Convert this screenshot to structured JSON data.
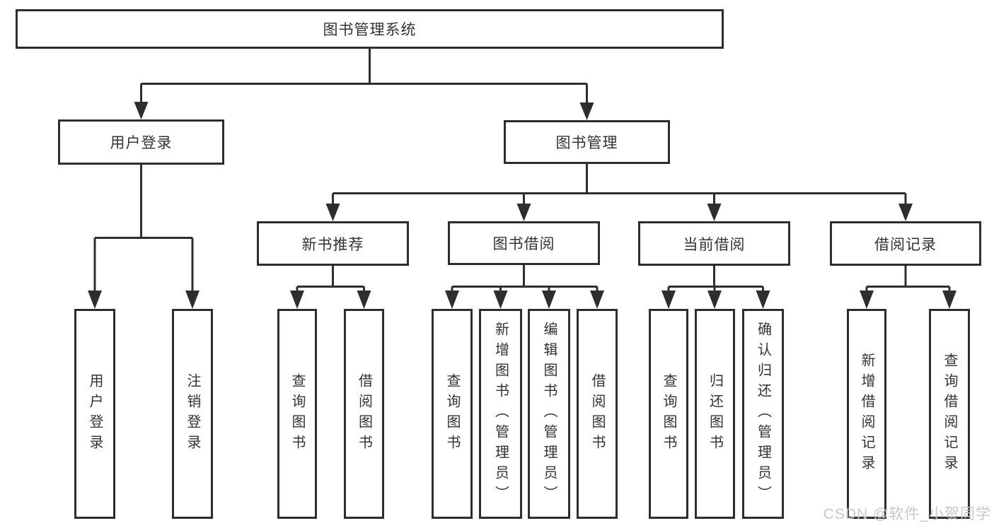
{
  "tree": {
    "label": "图书管理系统",
    "children": [
      {
        "label": "用户登录",
        "children": [
          {
            "label": "用户登录"
          },
          {
            "label": "注销登录"
          }
        ]
      },
      {
        "label": "图书管理",
        "children": [
          {
            "label": "新书推荐",
            "children": [
              {
                "label": "查询图书"
              },
              {
                "label": "借阅图书"
              }
            ]
          },
          {
            "label": "图书借阅",
            "children": [
              {
                "label": "查询图书"
              },
              {
                "label": "新增图书（管理员）"
              },
              {
                "label": "编辑图书（管理员）"
              },
              {
                "label": "借阅图书"
              }
            ]
          },
          {
            "label": "当前借阅",
            "children": [
              {
                "label": "查询图书"
              },
              {
                "label": "归还图书"
              },
              {
                "label": "确认归还（管理员）"
              }
            ]
          },
          {
            "label": "借阅记录",
            "children": [
              {
                "label": "新增借阅记录"
              },
              {
                "label": "查询借阅记录"
              }
            ]
          }
        ]
      }
    ]
  },
  "watermark": {
    "text": "CSDN @软件_小贺同学"
  },
  "colors": {
    "line": "#2e2e2e",
    "text": "#333333",
    "box_fill": "#ffffff",
    "background": "#ffffff",
    "watermark": "#c8c8c8"
  }
}
